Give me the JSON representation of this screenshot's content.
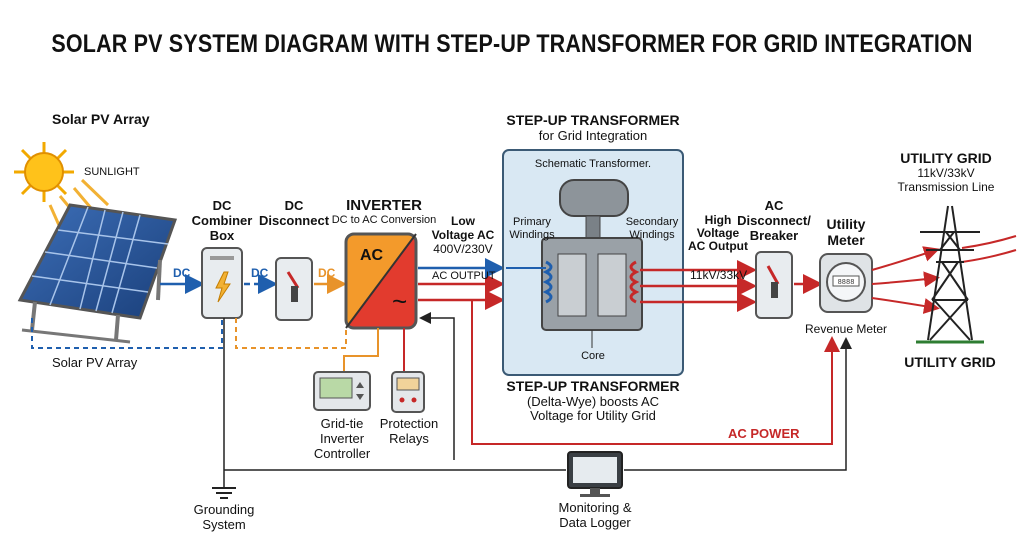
{
  "title": "SOLAR PV SYSTEM DIAGRAM WITH STEP-UP TRANSFORMER FOR GRID INTEGRATION",
  "pv": {
    "heading": "Solar PV Array",
    "sunlight": "SUNLIGHT",
    "bottom_label": "Solar PV Array"
  },
  "combiner": {
    "label_line1": "DC",
    "label_line2": "Combiner",
    "label_line3": "Box"
  },
  "dc_disconnect": {
    "label_line1": "DC",
    "label_line2": "Disconnect"
  },
  "flows": {
    "dc1": "DC",
    "dc2": "DC",
    "dc3": "DC"
  },
  "inverter": {
    "title": "INVERTER",
    "subtitle": "DC to AC Conversion",
    "ac_symbol": "AC",
    "ac_sine": "~"
  },
  "low_voltage": {
    "line1": "Low",
    "line2": "Voltage AC",
    "line3": "400V/230V",
    "ac_output": "AC OUTPUT"
  },
  "transformer": {
    "title": "STEP-UP TRANSFORMER",
    "subtitle": "for Grid Integration",
    "schematic": "Schematic Transformer.",
    "primary_line1": "Primary",
    "primary_line2": "Windings",
    "secondary_line1": "Secondary",
    "secondary_line2": "Windings",
    "core": "Core",
    "bottom_title": "STEP-UP TRANSFORMER",
    "bottom_line1": "(Delta-Wye) boosts AC",
    "bottom_line2": "Voltage for Utility Grid"
  },
  "high_voltage": {
    "line1": "High",
    "line2": "Voltage",
    "line3": "AC Output",
    "value": "11kV/33kV"
  },
  "ac_disconnect": {
    "line1": "AC",
    "line2": "Disconnect/",
    "line3": "Breaker"
  },
  "meter": {
    "line1": "Utility",
    "line2": "Meter",
    "sub": "Revenue Meter",
    "reading": "8888"
  },
  "grid": {
    "line1": "UTILITY GRID",
    "line2": "11kV/33kV",
    "line3": "Transmission Line",
    "bottom": "UTILITY GRID"
  },
  "controller": {
    "line1": "Grid-tie",
    "line2": "Inverter",
    "line3": "Controller"
  },
  "relays": {
    "line1": "Protection",
    "line2": "Relays"
  },
  "ac_power": "AC POWER",
  "grounding": {
    "line1": "Grounding",
    "line2": "System"
  },
  "monitoring": {
    "line1": "Monitoring &",
    "line2": "Data Logger"
  },
  "colors": {
    "dc": "#1f5fae",
    "dc_to_inverter": "#e8932a",
    "ac": "#c62828",
    "transformer_bg": "#d9e8f3",
    "ground": "#2e7d32"
  }
}
